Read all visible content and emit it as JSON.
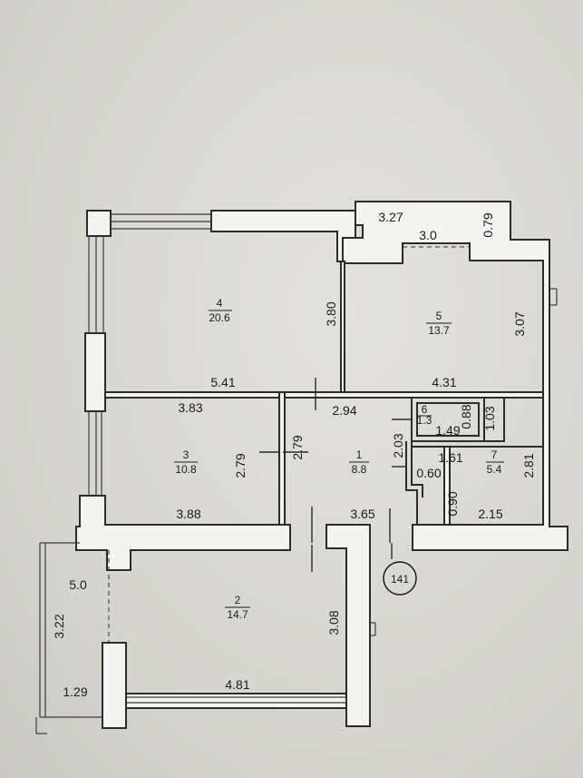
{
  "plan": {
    "rooms": [
      {
        "number": "1",
        "area": "8.8"
      },
      {
        "number": "2",
        "area": "14.7"
      },
      {
        "number": "3",
        "area": "10.8"
      },
      {
        "number": "4",
        "area": "20.6"
      },
      {
        "number": "5",
        "area": "13.7"
      },
      {
        "number": "6",
        "area": "1.3"
      },
      {
        "number": "7",
        "area": "5.4"
      }
    ],
    "dimensions": {
      "balcony_top_len": "3.27",
      "balcony_top_area": "3.0",
      "balcony_top_depth": "0.79",
      "room4_height": "3.80",
      "room5_height": "3.07",
      "room4_width": "5.41",
      "room5_width": "4.31",
      "room3_top": "3.83",
      "hall_top": "2.94",
      "bath_width": "1.49",
      "bath_depth": "0.88",
      "bath_side": "1.03",
      "wc_width": "1.61",
      "hall_mid": "2.03",
      "room3_height": "2.79",
      "hall_height": "2.79",
      "corridor_small": "0.60",
      "corridor_depth": "0.90",
      "room7_height": "2.81",
      "room3_bottom": "3.88",
      "hall_bottom": "3.65",
      "room7_bottom": "2.15",
      "balcony_left_area": "5.0",
      "balcony_left_len": "3.22",
      "balcony_left_depth": "1.29",
      "room2_height": "3.08",
      "room2_width": "4.81"
    },
    "apartment_number": "141"
  }
}
